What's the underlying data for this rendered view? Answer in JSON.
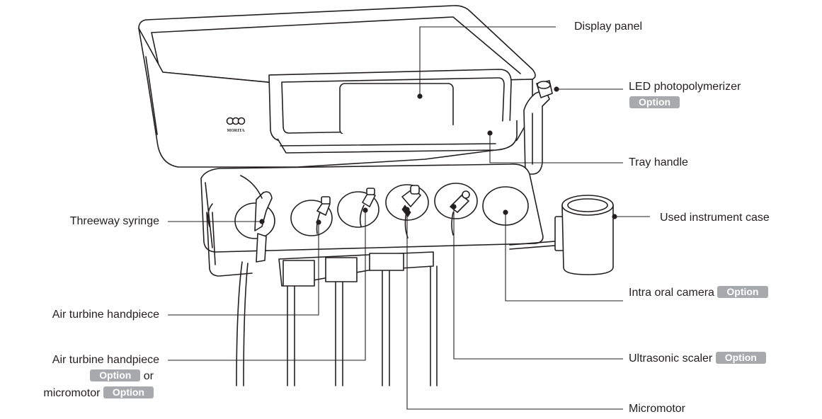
{
  "brand": {
    "logo_text": "MORITA"
  },
  "badge_label": "Option",
  "labels": {
    "display_panel": "Display panel",
    "led_photopolymerizer": "LED photopolymerizer",
    "tray_handle": "Tray handle",
    "used_instrument_case": "Used instrument case",
    "intra_oral_camera": "Intra oral camera",
    "ultrasonic_scaler": "Ultrasonic scaler",
    "micromotor_right": "Micromotor",
    "threeway_syringe": "Threeway syringe",
    "air_turbine_handpiece": "Air turbine handpiece",
    "air_turbine_handpiece_2": "Air turbine handpiece",
    "or_word": "or",
    "micromotor_left": "micromotor"
  }
}
